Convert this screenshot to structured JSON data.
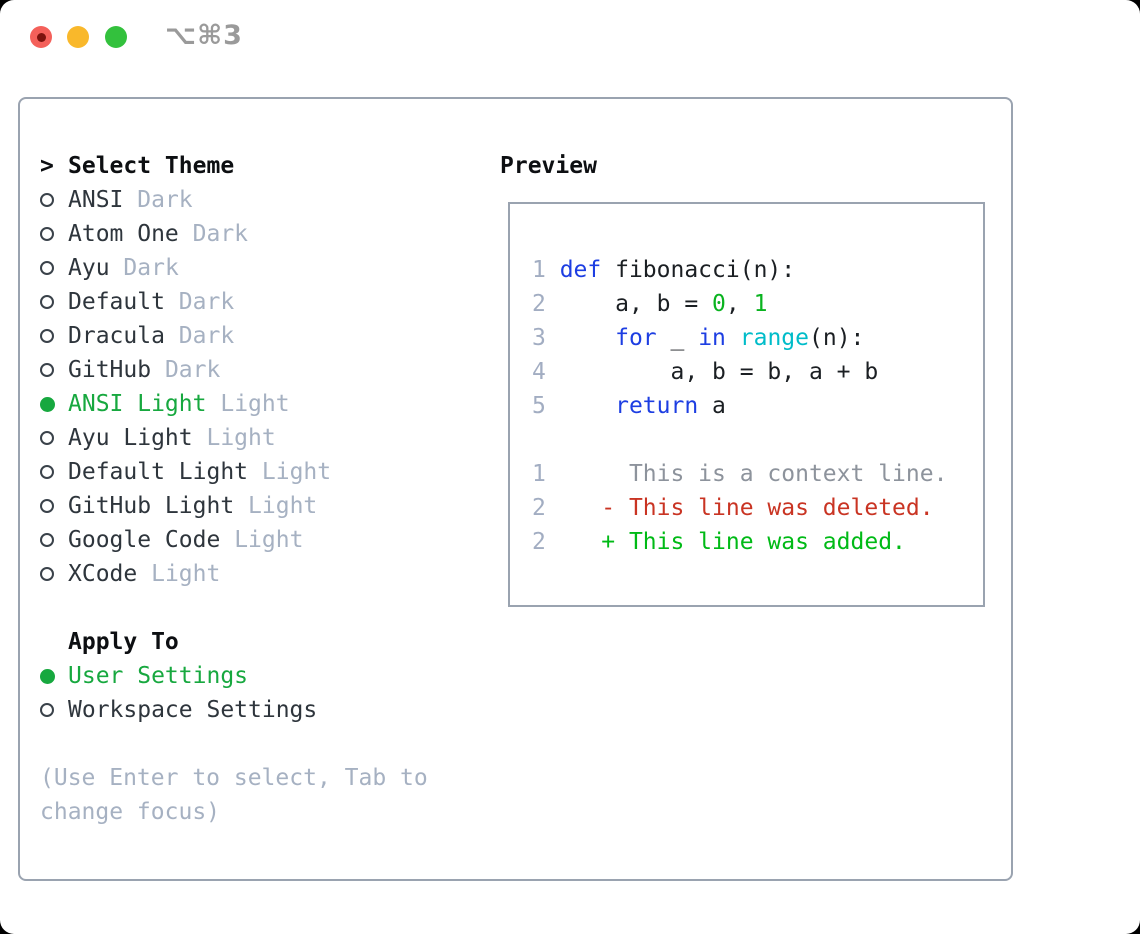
{
  "titlebar": {
    "title": "⌥⌘3"
  },
  "colors": {
    "selection_green": "#17a83f",
    "keyword_blue": "#1d3ee2",
    "function_cyan": "#00bcc9",
    "number_green": "#09b31f",
    "diff_added_green": "#00ba16",
    "diff_deleted_red": "#c93423",
    "diff_context_gray": "#8d939c",
    "muted_gray": "#a6b1c2",
    "border_gray": "#9aa3b0",
    "traffic_red": "#f4605a",
    "traffic_yellow": "#f9b82b",
    "traffic_green": "#33c13d"
  },
  "icons": {
    "radio_unselected": "circle-outline",
    "radio_selected": "filled-green-circle",
    "prompt": ">"
  },
  "theme_section": {
    "header_marker": ">",
    "header": "Select Theme",
    "items": [
      {
        "name": "ANSI",
        "variant": "Dark",
        "selected": false
      },
      {
        "name": "Atom One",
        "variant": "Dark",
        "selected": false
      },
      {
        "name": "Ayu",
        "variant": "Dark",
        "selected": false
      },
      {
        "name": "Default",
        "variant": "Dark",
        "selected": false
      },
      {
        "name": "Dracula",
        "variant": "Dark",
        "selected": false
      },
      {
        "name": "GitHub",
        "variant": "Dark",
        "selected": false
      },
      {
        "name": "ANSI Light",
        "variant": "Light",
        "selected": true
      },
      {
        "name": "Ayu Light",
        "variant": "Light",
        "selected": false
      },
      {
        "name": "Default Light",
        "variant": "Light",
        "selected": false
      },
      {
        "name": "GitHub Light",
        "variant": "Light",
        "selected": false
      },
      {
        "name": "Google Code",
        "variant": "Light",
        "selected": false
      },
      {
        "name": "XCode",
        "variant": "Light",
        "selected": false
      }
    ]
  },
  "apply_section": {
    "header": "Apply To",
    "items": [
      {
        "name": "User Settings",
        "selected": true
      },
      {
        "name": "Workspace Settings",
        "selected": false
      }
    ]
  },
  "hint": "(Use Enter to select, Tab to change focus)",
  "preview": {
    "header": "Preview",
    "code": {
      "l1": {
        "ln": "1 ",
        "kw": "def",
        "rest": " fibonacci(n):"
      },
      "l2": {
        "ln": "2 ",
        "a": "    a, b = ",
        "n1": "0",
        "b": ", ",
        "n2": "1"
      },
      "l3": {
        "ln": "3 ",
        "a": "    ",
        "kw1": "for",
        "b": " _ ",
        "kw2": "in",
        "c": " ",
        "fn": "range",
        "d": "(n):"
      },
      "l4": {
        "ln": "4 ",
        "a": "        a, b = b, a + b"
      },
      "l5": {
        "ln": "5 ",
        "a": "    ",
        "kw": "return",
        "b": " a"
      },
      "diff1": {
        "ln": "1 ",
        "text": "     This is a context line."
      },
      "diff2": {
        "ln": "2 ",
        "text": "   - This line was deleted."
      },
      "diff3": {
        "ln": "2 ",
        "text": "   + This line was added."
      }
    }
  }
}
